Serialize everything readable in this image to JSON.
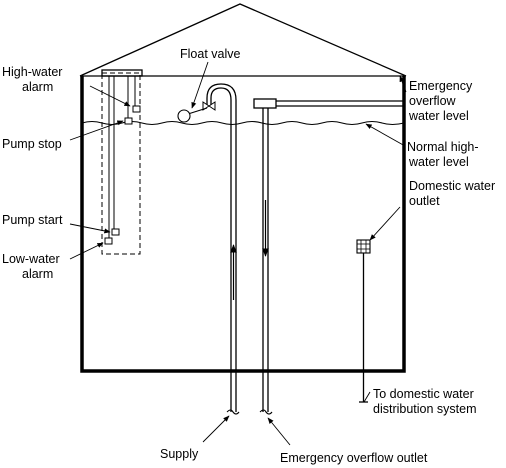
{
  "labels": {
    "float_valve": "Float valve",
    "high_water_alarm_1": "High-water",
    "high_water_alarm_2": "alarm",
    "pump_stop": "Pump stop",
    "pump_start": "Pump start",
    "low_water_alarm_1": "Low-water",
    "low_water_alarm_2": "alarm",
    "emergency_overflow_1": "Emergency",
    "emergency_overflow_2": "overflow",
    "emergency_overflow_3": "water level",
    "normal_high_1": "Normal high-",
    "normal_high_2": "water level",
    "domestic_outlet_1": "Domestic water",
    "domestic_outlet_2": "outlet",
    "distribution_1": "To domestic water",
    "distribution_2": "distribution system",
    "supply": "Supply",
    "overflow_outlet": "Emergency overflow outlet"
  }
}
